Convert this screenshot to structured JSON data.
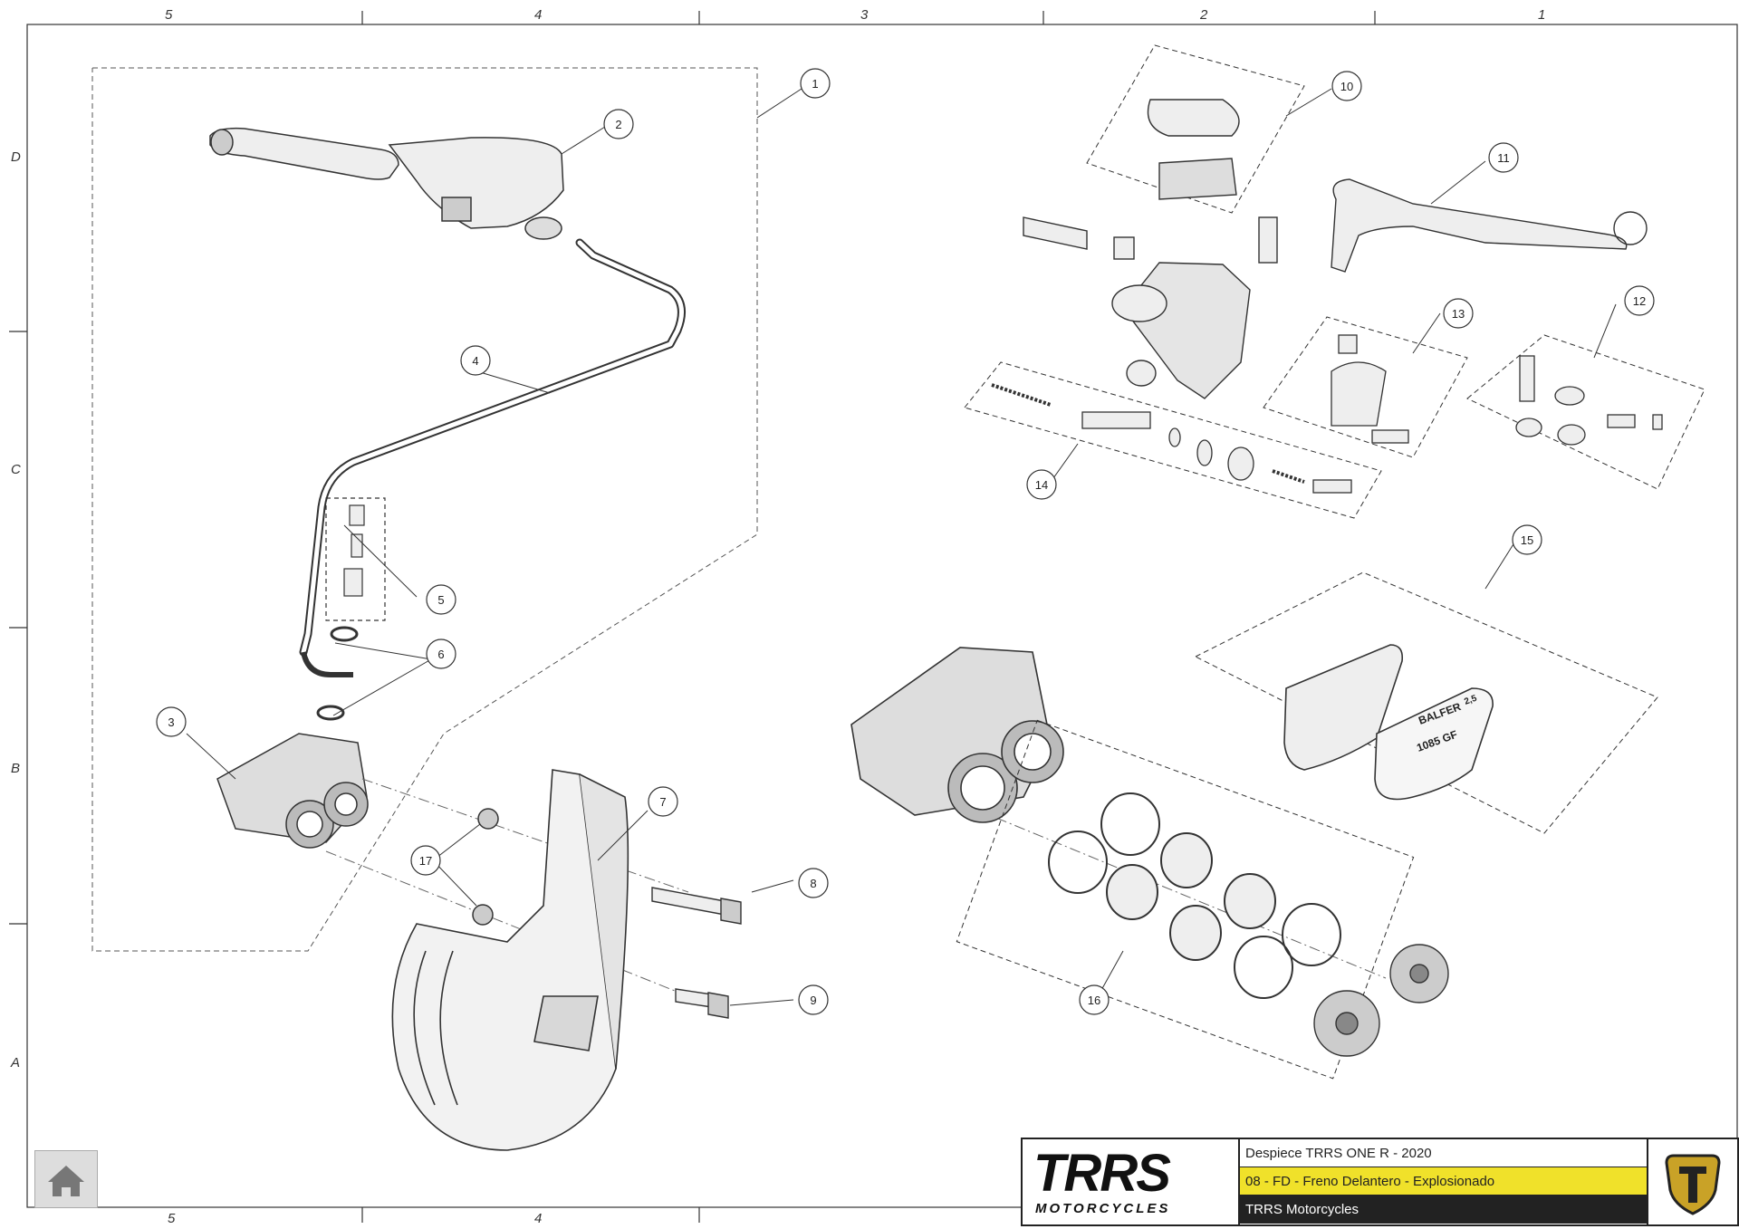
{
  "grid": {
    "columns": [
      "5",
      "4",
      "3",
      "2",
      "1"
    ],
    "rows": [
      "D",
      "C",
      "B",
      "A"
    ]
  },
  "callouts": [
    "1",
    "2",
    "3",
    "4",
    "5",
    "6",
    "7",
    "8",
    "9",
    "10",
    "11",
    "12",
    "13",
    "14",
    "15",
    "16",
    "17"
  ],
  "pad_text": {
    "brand": "BALFER",
    "size": "2,5",
    "code": "1085 GF"
  },
  "title_block": {
    "brand_line1": "TRRS",
    "brand_line2": "MOTORCYCLES",
    "title": "Despiece TRRS ONE R - 2020",
    "subtitle": "08 - FD - Freno Delantero - Explosionado",
    "company": "TRRS Motorcycles"
  },
  "home_icon": "home-icon",
  "colors": {
    "line": "#333333",
    "highlight": "#f0e12a",
    "gold": "#c9a227"
  }
}
